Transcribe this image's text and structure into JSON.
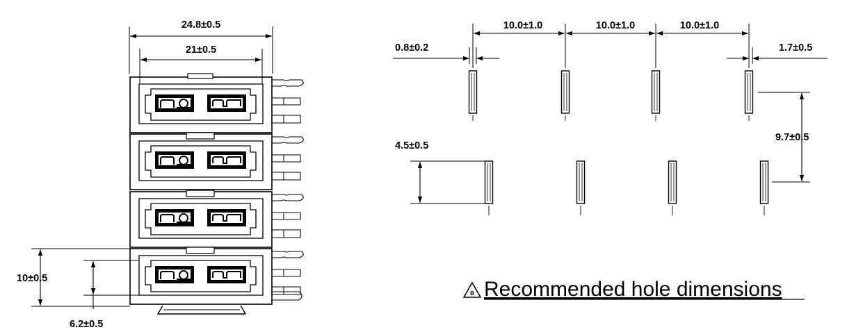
{
  "front_view": {
    "dimensions": {
      "overall_width": "24.8±0.5",
      "inner_width": "21±0.5",
      "pitch": "10±0.5",
      "cell_height": "6.2±0.5"
    },
    "port_count": 4
  },
  "hole_layout": {
    "dimensions": {
      "pitch_1": "10.0±1.0",
      "pitch_2": "10.0±1.0",
      "pitch_3": "10.0±1.0",
      "slot_width": "0.8±0.2",
      "edge_offset": "1.7±0.5",
      "row_spacing": "9.7±0.5",
      "slot_length": "4.5±0.5"
    },
    "badge_letter": "B",
    "caption": "Recommended hole dimensions"
  },
  "colors": {
    "line": "#000000",
    "background": "#ffffff"
  }
}
